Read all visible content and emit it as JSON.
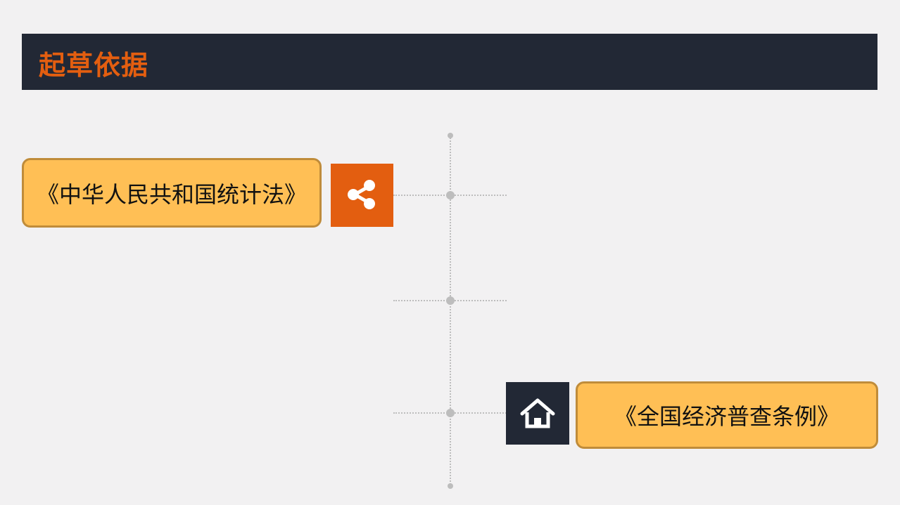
{
  "title": "起草依据",
  "items": [
    {
      "label": "《中华人民共和国统计法》",
      "icon": "share-icon",
      "color": "#e35e10"
    },
    {
      "label": "《全国经济普查条例》",
      "icon": "home-icon",
      "color": "#222835"
    }
  ]
}
